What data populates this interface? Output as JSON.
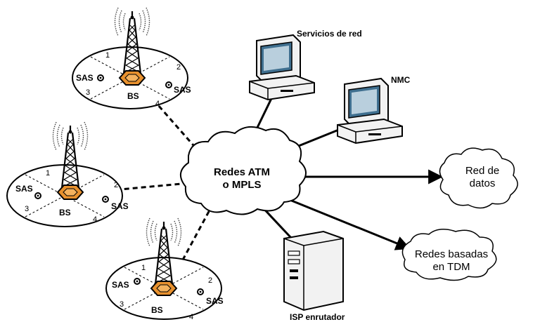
{
  "core": {
    "line1": "Redes ATM",
    "line2": "o MPLS"
  },
  "nodes": {
    "servicios": "Servicios de red",
    "nmc": "NMC",
    "red_datos": {
      "line1": "Red de",
      "line2": "datos"
    },
    "tdm": {
      "line1": "Redes basadas",
      "line2": "en TDM"
    },
    "isp": "ISP enrutador"
  },
  "cells": [
    {
      "bs": "BS",
      "sas_left": "SAS",
      "sas_right": "SAS",
      "sectors": [
        "1",
        "2",
        "3",
        "4"
      ]
    },
    {
      "bs": "BS",
      "sas_left": "SAS",
      "sas_right": "SAS",
      "sectors": [
        "1",
        "2",
        "3",
        "4"
      ]
    },
    {
      "bs": "BS",
      "sas_left": "SAS",
      "sas_right": "SAS",
      "sectors": [
        "1",
        "2",
        "3",
        "4"
      ]
    }
  ],
  "colors": {
    "tower_base": "#e8912e",
    "cloud_fill": "#ffffff",
    "screen": "#3f6f8f"
  }
}
